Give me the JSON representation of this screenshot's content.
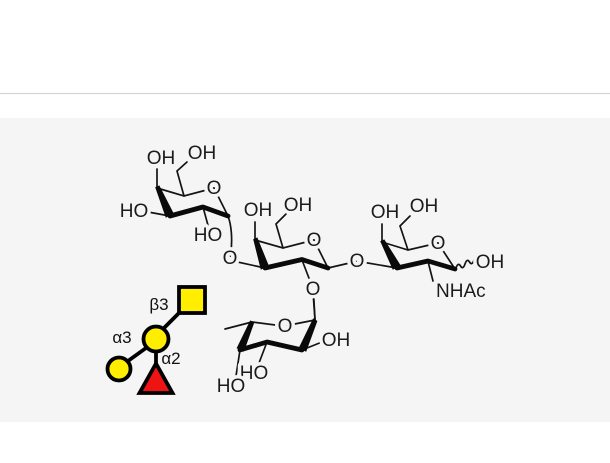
{
  "page": {
    "background": "#ffffff",
    "panel_background": "#f5f5f5",
    "divider_color": "#d4d4d4"
  },
  "structure": {
    "ring1_galactose": {
      "o4h_label": "OH",
      "o6h_label": "OH",
      "o3h_label": "HO",
      "o2h_label": "HO",
      "ring_oxygen": "O",
      "glycosidic_oxygen": "O"
    },
    "ring2_galactose": {
      "o4h_label": "OH",
      "o6h_label": "OH",
      "ring_oxygen": "O",
      "o2_oxygen": "O",
      "anomeric_oxygen": "O"
    },
    "ring3_galnac": {
      "o4h_label": "OH",
      "o6h_label": "OH",
      "ring_oxygen": "O",
      "anomeric_hydroxyl": "OH",
      "n_acetyl": "NHAc"
    },
    "ring4_fucose": {
      "ring_oxygen": "O",
      "o2h_label": "OH",
      "o3h_label": "HO",
      "o4h_label": "HO"
    }
  },
  "snfg": {
    "linkages": {
      "beta3": "β3",
      "alpha3": "α3",
      "alpha2": "α2"
    },
    "colors": {
      "monosaccharide_yellow": "#ffee00",
      "fucose_red": "#ee1414",
      "outline": "#000000"
    },
    "symbols": [
      "yellow-square-galnac",
      "yellow-circle-galactose",
      "yellow-circle-galactose",
      "red-triangle-fucose"
    ]
  }
}
